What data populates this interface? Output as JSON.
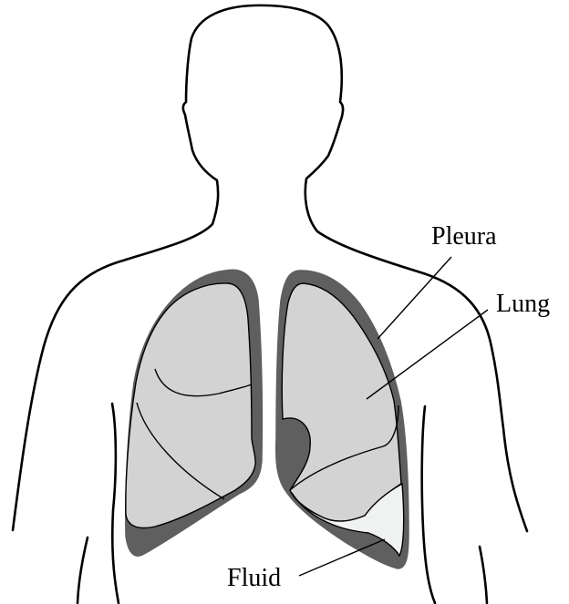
{
  "labels": {
    "pleura": "Pleura",
    "lung": "Lung",
    "fluid": "Fluid"
  },
  "colors": {
    "background": "#ffffff",
    "outline": "#000000",
    "pleura": "#5f5f5f",
    "lung": "#d3d3d3",
    "fluid": "#f0f2f1"
  }
}
